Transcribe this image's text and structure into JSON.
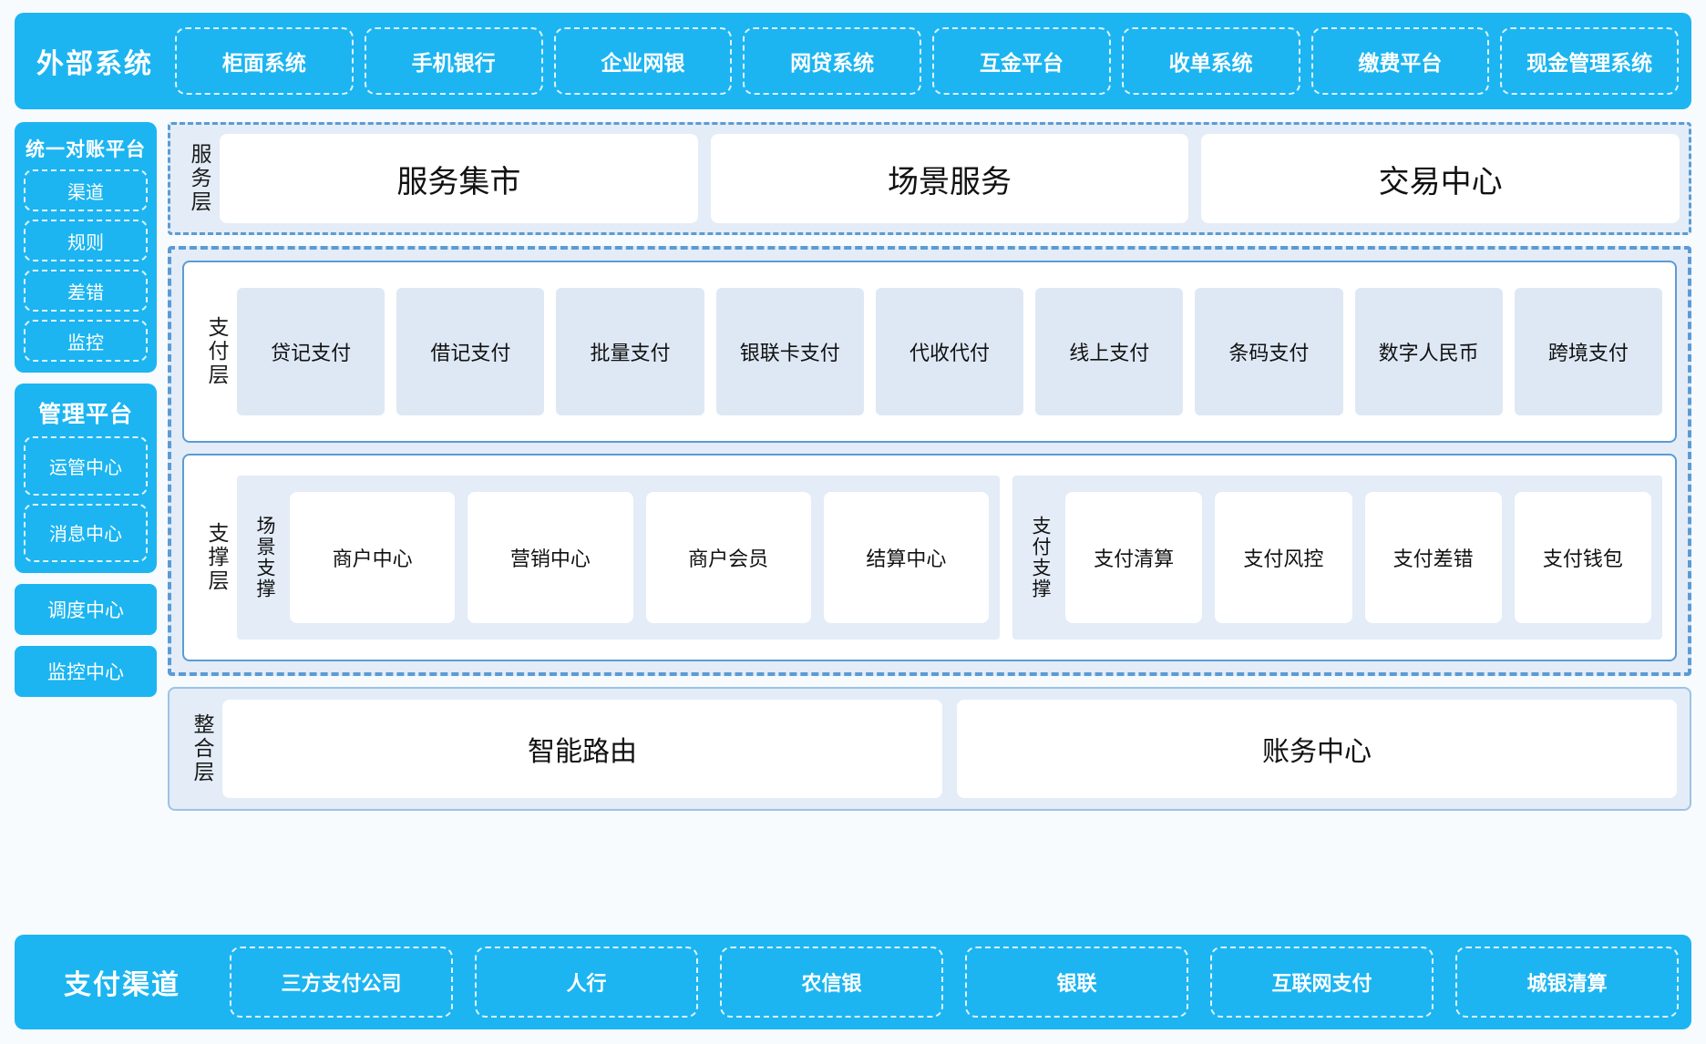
{
  "colors": {
    "brand_blue": "#1cb5f1",
    "panel_blue": "#e3ecf7",
    "tile_blue": "#dee8f5",
    "dash_border": "#5b9bd5",
    "page_bg": "#f7fbfd"
  },
  "external_systems": {
    "title": "外部系统",
    "items": [
      "柜面系统",
      "手机银行",
      "企业网银",
      "网贷系统",
      "互金平台",
      "收单系统",
      "缴费平台",
      "现金管理系统"
    ]
  },
  "rail": {
    "reconciliation": {
      "title": "统一对账平台",
      "items": [
        "渠道",
        "规则",
        "差错",
        "监控"
      ]
    },
    "management": {
      "title": "管理平台",
      "items": [
        "运管中心",
        "消息中心"
      ]
    },
    "standalone": [
      "调度中心",
      "监控中心"
    ]
  },
  "service_layer": {
    "label": "服务层",
    "cards": [
      "服务集市",
      "场景服务",
      "交易中心"
    ]
  },
  "payment_layer": {
    "label": "支付层",
    "tiles": [
      "贷记支付",
      "借记支付",
      "批量支付",
      "银联卡支付",
      "代收代付",
      "线上支付",
      "条码支付",
      "数字人民币",
      "跨境支付"
    ]
  },
  "support_layer": {
    "label": "支撑层",
    "groups": [
      {
        "label": "场景支撑",
        "tiles": [
          "商户中心",
          "营销中心",
          "商户会员",
          "结算中心"
        ]
      },
      {
        "label": "支付支撑",
        "tiles": [
          "支付清算",
          "支付风控",
          "支付差错",
          "支付钱包"
        ]
      }
    ]
  },
  "integration_layer": {
    "label": "整合层",
    "cards": [
      "智能路由",
      "账务中心"
    ]
  },
  "payment_channels": {
    "title": "支付渠道",
    "items": [
      "三方支付公司",
      "人行",
      "农信银",
      "银联",
      "互联网支付",
      "城银清算"
    ]
  }
}
